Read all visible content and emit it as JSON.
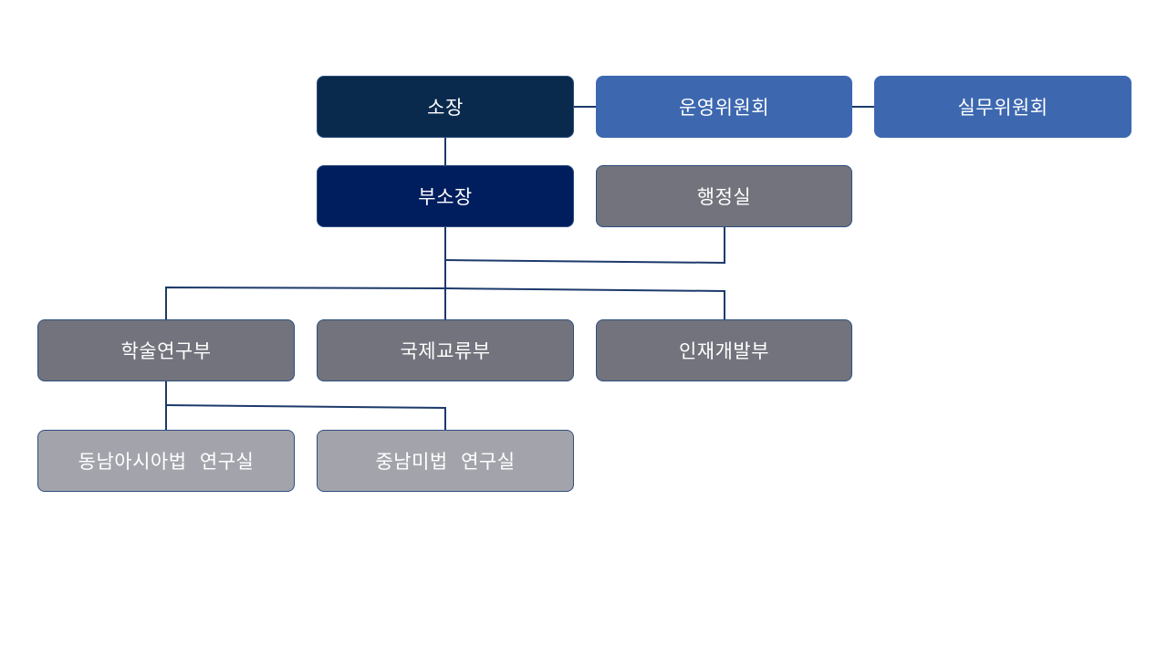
{
  "org_chart": {
    "director": "소장",
    "steering_committee": "운영위원회",
    "working_committee": "실무위원회",
    "deputy_director": "부소장",
    "admin_office": "행정실",
    "academic_research": "학술연구부",
    "international_exchange": "국제교류부",
    "talent_development": "인재개발부",
    "southeast_asia_lab": "동남아시아법  연구실",
    "latin_america_lab": "중남미법  연구실"
  },
  "colors": {
    "director": "#0a2a4d",
    "deputy": "#001e5e",
    "committee": "#3d68b0",
    "department": "#72737c",
    "lab": "#a3a4ab",
    "connector": "#1c3a6b"
  }
}
